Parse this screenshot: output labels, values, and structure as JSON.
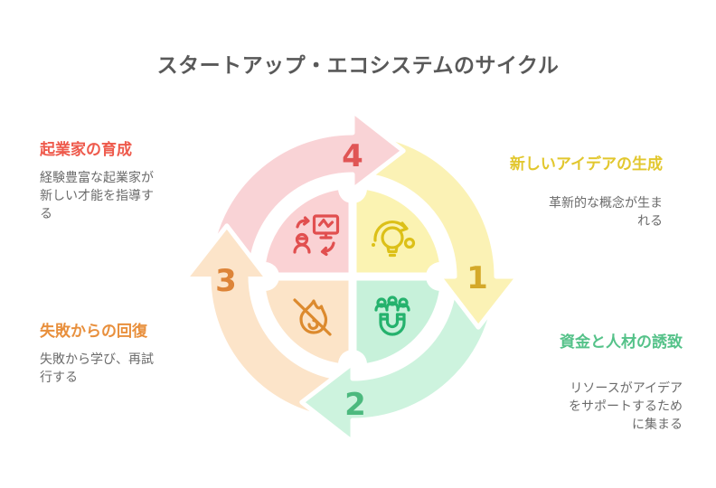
{
  "title": "スタートアップ・エコシステムのサイクル",
  "title_color": "#595959",
  "body_text_color": "#6b6b6b",
  "steps": [
    {
      "num": "1",
      "heading": "新しいアイデアの生成",
      "body_lines": [
        "革新的な概念が生ま",
        "れる"
      ],
      "icon": "lightbulb-refresh-icon",
      "heading_color": "#e2c72e",
      "number_color": "#d4a92a",
      "band_color": "#fbf2b5",
      "quadrant_color": "#fbf3b2",
      "icon_color": "#dcc018"
    },
    {
      "num": "2",
      "heading": "資金と人材の誘致",
      "body_lines": [
        "リソースがアイデア",
        "をサポートするため",
        "に集まる"
      ],
      "icon": "magnet-people-icon",
      "heading_color": "#55c289",
      "number_color": "#4cb97e",
      "band_color": "#cdf3de",
      "quadrant_color": "#c7f1da",
      "icon_color": "#25b26d"
    },
    {
      "num": "3",
      "heading": "失敗からの回復",
      "body_lines": [
        "失敗から学び、再試",
        "行する"
      ],
      "icon": "flame-crossed-icon",
      "heading_color": "#e88f3c",
      "number_color": "#dd8438",
      "band_color": "#fce4c9",
      "quadrant_color": "#fce4c8",
      "icon_color": "#dc8a2e"
    },
    {
      "num": "4",
      "heading": "起業家の育成",
      "body_lines": [
        "経験豊富な起業家が",
        "新しい才能を指導す",
        "る"
      ],
      "icon": "mentor-presentation-icon",
      "heading_color": "#ee5a4c",
      "number_color": "#e05555",
      "band_color": "#f9d3d6",
      "quadrant_color": "#fad2d4",
      "icon_color": "#e14f4f"
    }
  ]
}
